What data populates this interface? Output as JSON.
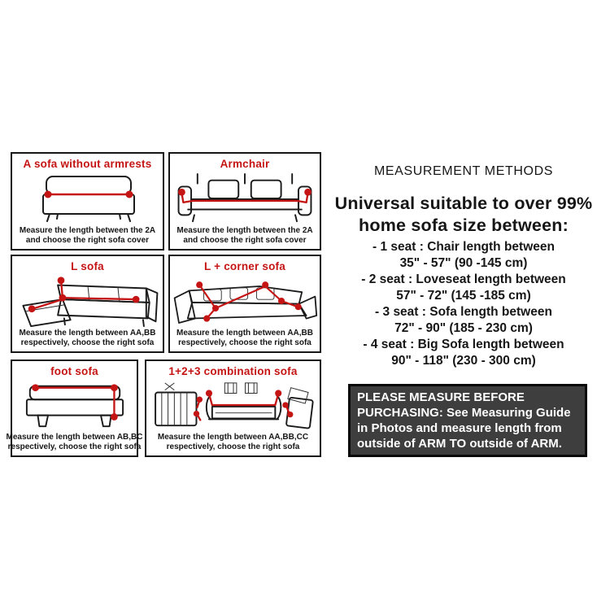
{
  "colors": {
    "accent_red": "#c51414",
    "ink_black": "#161616",
    "notice_background": "#3e3e3e",
    "notice_border": "#0a0a0a",
    "notice_text": "#ffffff",
    "page_background": "#ffffff"
  },
  "diagram_panels": [
    {
      "title": "A sofa without armrests",
      "caption_line1": "Measure the length between the 2A",
      "caption_line2": "and choose the right sofa cover"
    },
    {
      "title": "Armchair",
      "caption_line1": "Measure the length between the 2A",
      "caption_line2": "and choose the right sofa cover"
    },
    {
      "title": "L sofa",
      "caption_line1": "Measure the length between AA,BB",
      "caption_line2": "respectively, choose the right sofa"
    },
    {
      "title": "L + corner sofa",
      "caption_line1": "Measure the length between AA,BB",
      "caption_line2": "respectively, choose the right sofa"
    },
    {
      "title": "foot sofa",
      "caption_line1": "Measure the length between AB,BC",
      "caption_line2": "respectively, choose the right sofa"
    },
    {
      "title": "1+2+3 combination sofa",
      "caption_line1": "Measure the length between AA,BB,CC",
      "caption_line2": "respectively, choose the right sofa"
    }
  ],
  "info": {
    "heading": "MEASUREMENT METHODS",
    "headline_line1": "Universal suitable to over 99%",
    "headline_line2": "home sofa size between:",
    "size_items": [
      {
        "label": "- 1 seat : Chair length between",
        "range": "35\" - 57\" (90 -145 cm)"
      },
      {
        "label": "- 2 seat : Loveseat length between",
        "range": "57\" - 72\" (145 -185 cm)"
      },
      {
        "label": "- 3 seat : Sofa length between",
        "range": "72\" - 90\" (185 - 230 cm)"
      },
      {
        "label": "- 4 seat : Big Sofa length between",
        "range": "90\" - 118\" (230 - 300 cm)"
      }
    ]
  },
  "notice": {
    "lines": [
      "PLEASE MEASURE BEFORE",
      "PURCHASING: See Measuring Guide",
      "in Photos and measure length from",
      "outside of ARM TO outside of ARM."
    ]
  }
}
